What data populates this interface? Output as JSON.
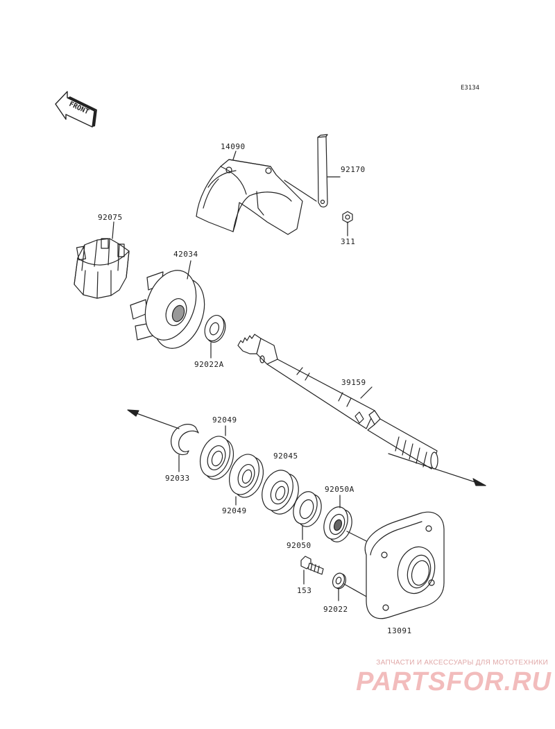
{
  "diagram": {
    "code": "E3134",
    "front_label": "FRONT",
    "parts": [
      {
        "id": "14090",
        "label": "14090"
      },
      {
        "id": "92170",
        "label": "92170"
      },
      {
        "id": "311",
        "label": "311"
      },
      {
        "id": "92075",
        "label": "92075"
      },
      {
        "id": "42034",
        "label": "42034"
      },
      {
        "id": "92022A",
        "label": "92022A"
      },
      {
        "id": "39159",
        "label": "39159"
      },
      {
        "id": "92049a",
        "label": "92049"
      },
      {
        "id": "92033",
        "label": "92033"
      },
      {
        "id": "92045",
        "label": "92045"
      },
      {
        "id": "92049b",
        "label": "92049"
      },
      {
        "id": "92050A",
        "label": "92050A"
      },
      {
        "id": "92050",
        "label": "92050"
      },
      {
        "id": "153",
        "label": "153"
      },
      {
        "id": "92022",
        "label": "92022"
      },
      {
        "id": "13091",
        "label": "13091"
      }
    ]
  },
  "watermark": {
    "tagline": "ЗАПЧАСТИ И АКСЕССУАРЫ ДЛЯ МОТОТЕХНИКИ",
    "brand": "PARTSFOR.RU"
  }
}
